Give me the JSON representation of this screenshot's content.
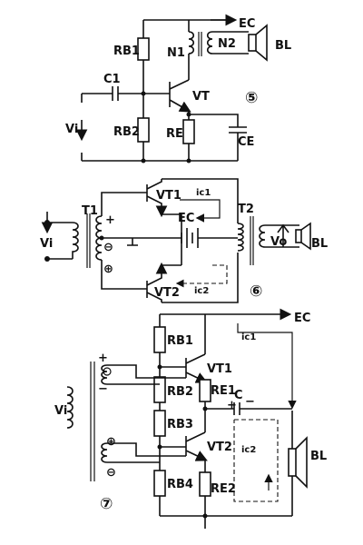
{
  "circuit_a": {
    "supply": "EC",
    "rb1": "RB1",
    "rb2": "RB2",
    "re": "RE",
    "ce": "CE",
    "c1": "C1",
    "vt": "VT",
    "vi": "Vi",
    "n1": "N1",
    "n2": "N2",
    "bl": "BL",
    "number": "⑤"
  },
  "circuit_b": {
    "t1": "T1",
    "t2": "T2",
    "vt1": "VT1",
    "vt2": "VT2",
    "ic1": "ic1",
    "ic2": "ic2",
    "ec": "EC",
    "vi": "Vi",
    "vo": "Vo",
    "bl": "BL",
    "plus_top": "+",
    "minus_circ": "⊖",
    "plus_circ": "⊕",
    "number": "⑥"
  },
  "circuit_c": {
    "ec": "EC",
    "ic1": "ic1",
    "ic2": "ic2",
    "rb1": "RB1",
    "rb2": "RB2",
    "rb3": "RB3",
    "rb4": "RB4",
    "re1": "RE1",
    "re2": "RE2",
    "c": "C",
    "vt1": "VT1",
    "vt2": "VT2",
    "vi": "Vi",
    "bl": "BL",
    "plus_top": "+",
    "minus_top": "−",
    "plus_circ": "⊕",
    "minus_circ": "⊖",
    "c_plus": "+",
    "c_minus": "−",
    "number": "⑦"
  }
}
